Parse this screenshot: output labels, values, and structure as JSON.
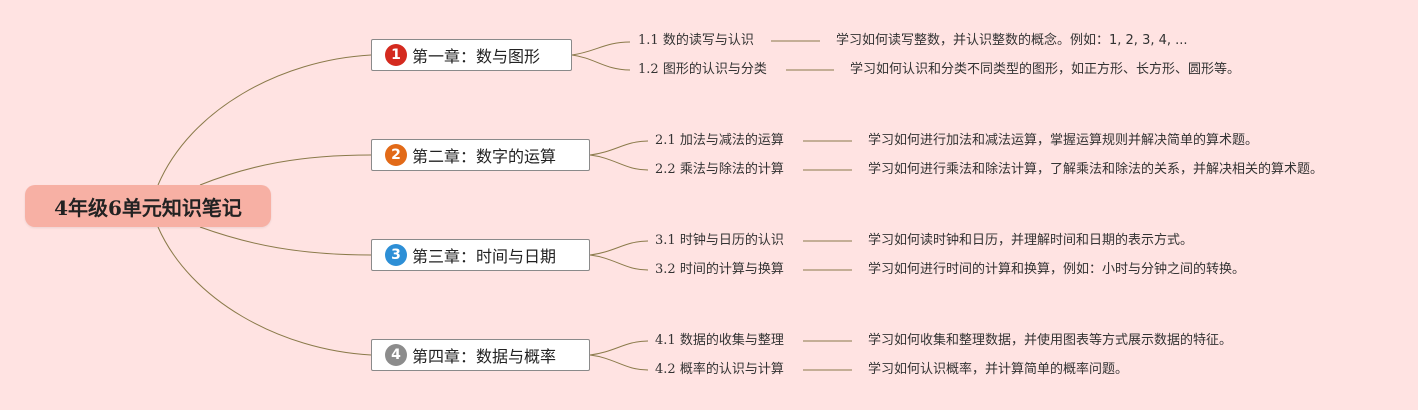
{
  "root": {
    "label": "4年级6单元知识笔记",
    "color": "#f7b0a4"
  },
  "line_color": "#8a7a4a",
  "chapters": [
    {
      "badge": "1",
      "badge_color": "#d42a1f",
      "title": "第一章：数与图形",
      "topics": [
        {
          "num": "1.1",
          "title": "数的读写与认识",
          "desc": "学习如何读写整数，并认识整数的概念。例如：1, 2, 3, 4, ..."
        },
        {
          "num": "1.2",
          "title": "图形的认识与分类",
          "desc": "学习如何认识和分类不同类型的图形，如正方形、长方形、圆形等。"
        }
      ]
    },
    {
      "badge": "2",
      "badge_color": "#e26a18",
      "title": "第二章：数字的运算",
      "topics": [
        {
          "num": "2.1",
          "title": "加法与减法的运算",
          "desc": "学习如何进行加法和减法运算，掌握运算规则并解决简单的算术题。"
        },
        {
          "num": "2.2",
          "title": "乘法与除法的计算",
          "desc": "学习如何进行乘法和除法计算，了解乘法和除法的关系，并解决相关的算术题。"
        }
      ]
    },
    {
      "badge": "3",
      "badge_color": "#2d8fd6",
      "title": "第三章：时间与日期",
      "topics": [
        {
          "num": "3.1",
          "title": "时钟与日历的认识",
          "desc": "学习如何读时钟和日历，并理解时间和日期的表示方式。"
        },
        {
          "num": "3.2",
          "title": "时间的计算与换算",
          "desc": "学习如何进行时间的计算和换算，例如：小时与分钟之间的转换。"
        }
      ]
    },
    {
      "badge": "4",
      "badge_color": "#8c8c8c",
      "title": "第四章：数据与概率",
      "topics": [
        {
          "num": "4.1",
          "title": "数据的收集与整理",
          "desc": "学习如何收集和整理数据，并使用图表等方式展示数据的特征。"
        },
        {
          "num": "4.2",
          "title": "概率的认识与计算",
          "desc": "学习如何认识概率，并计算简单的概率问题。"
        }
      ]
    }
  ]
}
